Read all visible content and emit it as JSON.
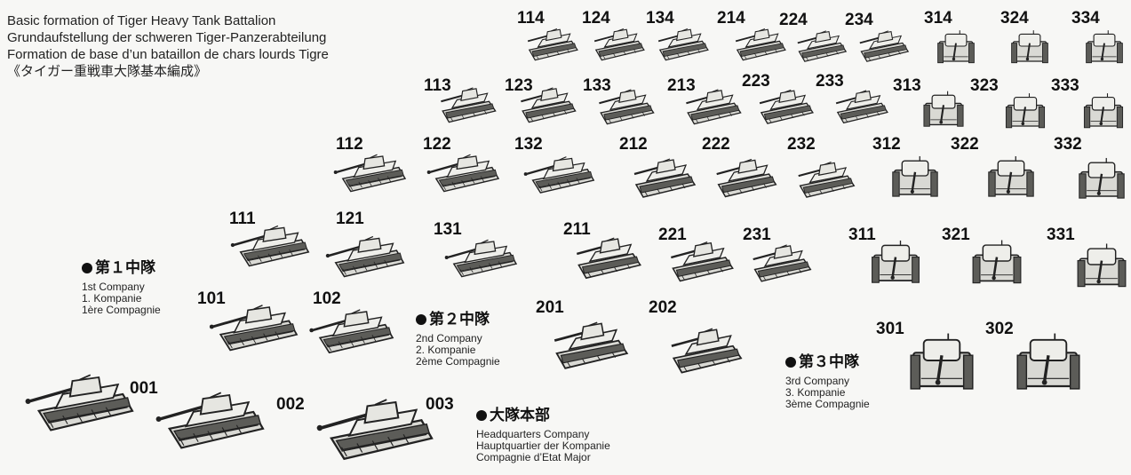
{
  "title": {
    "english": "Basic formation of Tiger Heavy Tank Battalion",
    "german": "Grundaufstellung der schweren Tiger-Panzerabteilung",
    "french": "Formation de base d’un bataillon de chars lourds Tigre",
    "japanese": "《タイガー重戦車大隊基本編成》"
  },
  "companies": [
    {
      "key": "c1",
      "jp": "第１中隊",
      "en": "1st Company",
      "de": "1. Kompanie",
      "fr": "1ère Compagnie"
    },
    {
      "key": "c2",
      "jp": "第２中隊",
      "en": "2nd Company",
      "de": "2. Kompanie",
      "fr": "2ème Compagnie"
    },
    {
      "key": "c3",
      "jp": "第３中隊",
      "en": "3rd Company",
      "de": "3. Kompanie",
      "fr": "3ème Compagnie"
    },
    {
      "key": "hq",
      "jp": "大隊本部",
      "en": "Headquarters Company",
      "de": "Hauptquartier der Kompanie",
      "fr": "Compagnie d’Etat Major"
    }
  ],
  "tanks": [
    "114",
    "124",
    "134",
    "214",
    "224",
    "234",
    "314",
    "324",
    "334",
    "113",
    "123",
    "133",
    "213",
    "223",
    "233",
    "313",
    "323",
    "333",
    "112",
    "122",
    "132",
    "212",
    "222",
    "232",
    "312",
    "322",
    "332",
    "111",
    "121",
    "131",
    "211",
    "221",
    "231",
    "311",
    "321",
    "331",
    "101",
    "102",
    "201",
    "202",
    "301",
    "302",
    "001",
    "002",
    "003"
  ]
}
